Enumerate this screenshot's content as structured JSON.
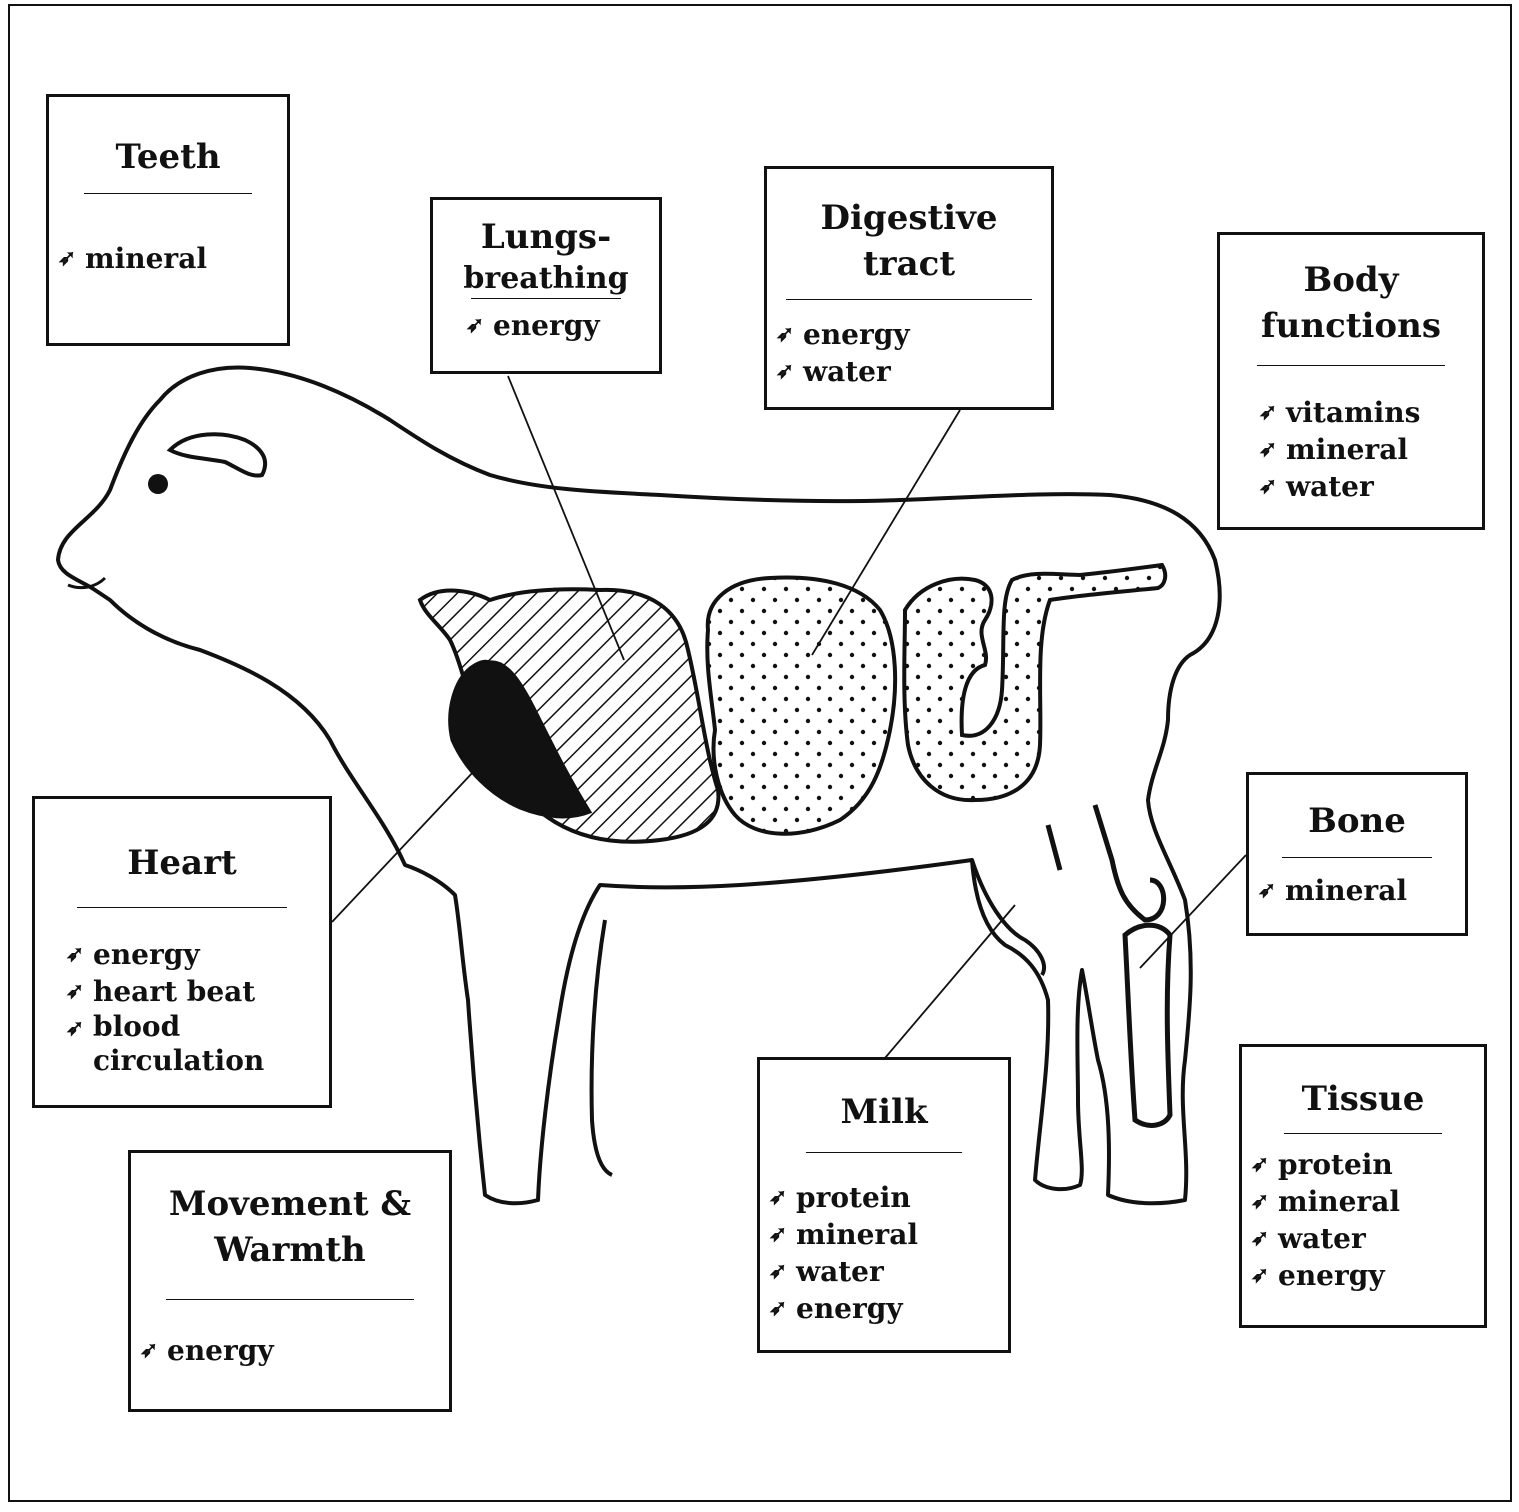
{
  "colors": {
    "ink": "#111111",
    "background": "#ffffff"
  },
  "bullet_icon": "arrow-bullet-icon",
  "bullet_glyph": "➶",
  "boxes": {
    "teeth": {
      "title": "Teeth",
      "items": [
        "mineral"
      ]
    },
    "lungs": {
      "title_line1": "Lungs-",
      "title_line2": "breathing",
      "items": [
        "energy"
      ]
    },
    "digestive": {
      "title_line1": "Digestive",
      "title_line2": "tract",
      "items": [
        "energy",
        "water"
      ]
    },
    "body_functions": {
      "title_line1": "Body",
      "title_line2": "functions",
      "items": [
        "vitamins",
        "mineral",
        "water"
      ]
    },
    "heart": {
      "title": "Heart",
      "items": [
        "energy",
        "heart beat",
        "blood\ncirculation"
      ]
    },
    "bone": {
      "title": "Bone",
      "items": [
        "mineral"
      ]
    },
    "milk": {
      "title": "Milk",
      "items": [
        "protein",
        "mineral",
        "water",
        "energy"
      ]
    },
    "tissue": {
      "title": "Tissue",
      "items": [
        "protein",
        "mineral",
        "water",
        "energy"
      ]
    },
    "movement": {
      "title_line1": "Movement &",
      "title_line2": "Warmth",
      "items": [
        "energy"
      ]
    }
  }
}
